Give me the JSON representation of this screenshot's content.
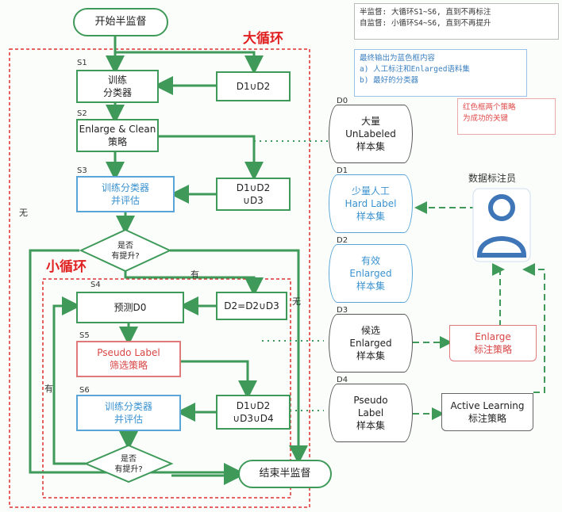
{
  "notes": {
    "legend_line1": "半监督: 大循环S1~S6, 直到不再标注",
    "legend_line2": "自监督: 小循环S4~S6, 直到不再提升",
    "output_line1": "最终输出为蓝色框内容",
    "output_line2": "a) 人工标注和Enlarged语料集",
    "output_line3": "b) 最好的分类器",
    "key_line1": "红色框两个策略",
    "key_line2": "为成功的关键"
  },
  "loops": {
    "big": "大循环",
    "small": "小循环"
  },
  "flow": {
    "start": "开始半监督",
    "end": "结束半监督",
    "s1": {
      "tag": "S1",
      "line1": "训练",
      "line2": "分类器"
    },
    "s1_data": "D1∪D2",
    "s2": {
      "tag": "S2",
      "line1": "Enlarge & Clean",
      "line2": "策略"
    },
    "s3": {
      "tag": "S3",
      "line1": "训练分类器",
      "line2": "并评估"
    },
    "s3_data": {
      "line1": "D1∪D2",
      "line2": "∪D3"
    },
    "decision1": {
      "line1": "是否",
      "line2": "有提升?"
    },
    "s4": {
      "tag": "S4",
      "line1": "预测D0"
    },
    "s4_data": "D2=D2∪D3",
    "s5": {
      "tag": "S5",
      "line1": "Pseudo Label",
      "line2": "筛选策略"
    },
    "s6": {
      "tag": "S6",
      "line1": "训练分类器",
      "line2": "并评估"
    },
    "s6_data": {
      "line1": "D1∪D2",
      "line2": "∪D3∪D4"
    },
    "decision2": {
      "line1": "是否",
      "line2": "有提升?"
    },
    "yes": "有",
    "no": "无"
  },
  "datasets": {
    "d0": {
      "tag": "D0",
      "line1": "大量",
      "line2": "UnLabeled",
      "line3": "样本集"
    },
    "d1": {
      "tag": "D1",
      "line1": "少量人工",
      "line2": "Hard Label",
      "line3": "样本集"
    },
    "d2": {
      "tag": "D2",
      "line1": "有效",
      "line2": "Enlarged",
      "line3": "样本集"
    },
    "d3": {
      "tag": "D3",
      "line1": "候选",
      "line2": "Enlarged",
      "line3": "样本集"
    },
    "d4": {
      "tag": "D4",
      "line1": "Pseudo",
      "line2": "Label",
      "line3": "样本集"
    }
  },
  "annotator": "数据标注员",
  "strategies": {
    "enlarge": {
      "line1": "Enlarge",
      "line2": "标注策略"
    },
    "active": {
      "line1": "Active Learning",
      "line2": "标注策略"
    }
  },
  "colors": {
    "green": "#3f9a5a",
    "blue": "#3a92d0",
    "red": "#e02020"
  }
}
